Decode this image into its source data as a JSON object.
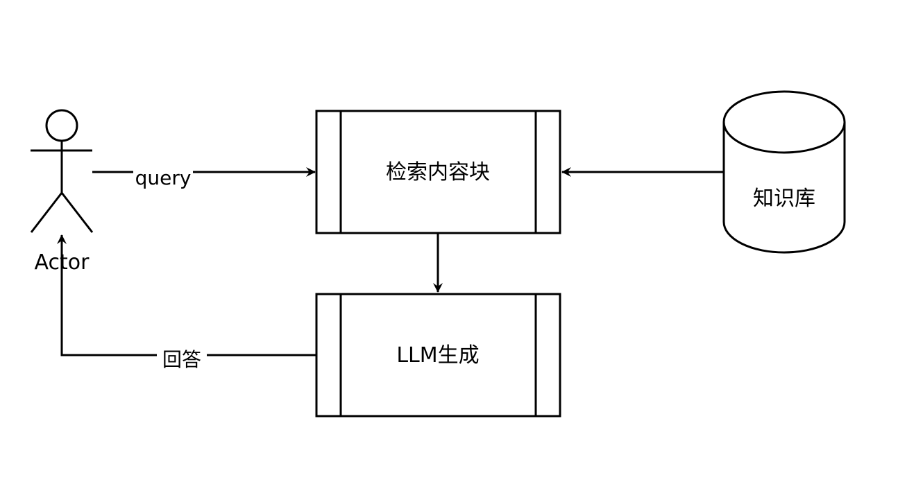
{
  "diagram": {
    "actor": {
      "label": "Actor"
    },
    "retrieve_box": {
      "label": "检索内容块"
    },
    "llm_box": {
      "label": "LLM生成"
    },
    "knowledge_base": {
      "label": "知识库"
    },
    "edges": {
      "query": {
        "label": "query"
      },
      "answer": {
        "label": "回答"
      }
    }
  },
  "colors": {
    "stroke": "#000000",
    "fill": "#ffffff",
    "text": "#000000"
  }
}
